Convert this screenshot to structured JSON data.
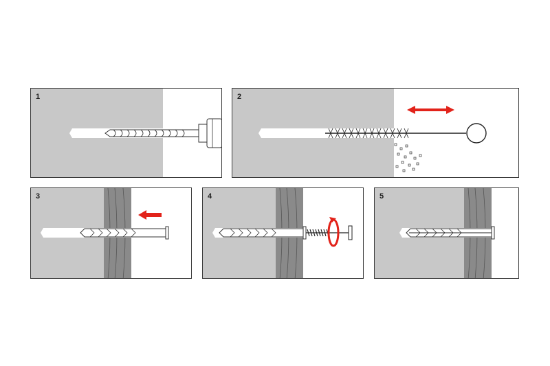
{
  "steps": [
    {
      "number": "1",
      "action": "drill"
    },
    {
      "number": "2",
      "action": "clean"
    },
    {
      "number": "3",
      "action": "insert"
    },
    {
      "number": "4",
      "action": "screw"
    },
    {
      "number": "5",
      "action": "installed"
    }
  ],
  "colors": {
    "wall": "#c8c8c8",
    "wood": "#8a8a8a",
    "frame": "#3a3a3a",
    "arrow": "#e2231a"
  },
  "icons": {
    "insert_arrow": "arrow-left",
    "clean_arrow": "double-arrow-horizontal",
    "rotate_arrow": "rotate-clockwise"
  }
}
